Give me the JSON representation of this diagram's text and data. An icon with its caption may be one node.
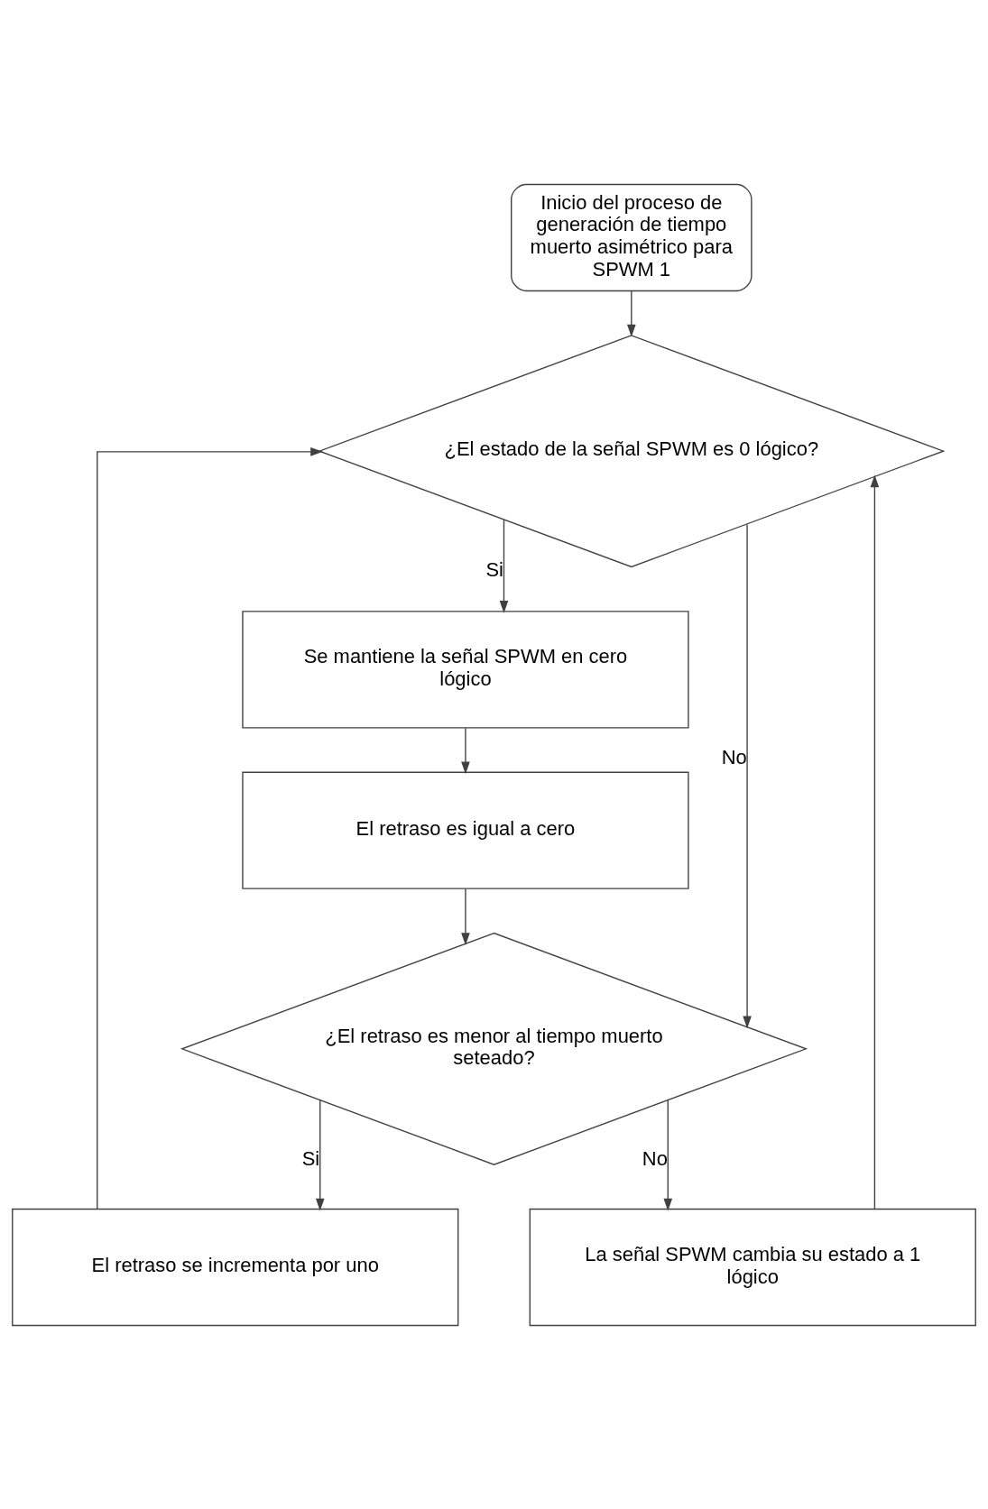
{
  "diagram": {
    "nodes": [
      {
        "text": [
          "Inicio del proceso de generación de tiempo muerto asimétrico para SPWM 1"
        ]
      },
      {
        "text": [
          "¿El estado de la señal SPWM es 0 lógico?"
        ]
      },
      {
        "text": [
          "Se mantiene la señal SPWM en cero lógico"
        ]
      },
      {
        "text": [
          "El retraso es igual a cero"
        ]
      },
      {
        "text": [
          "¿El retraso es menor al tiempo muerto seteado?"
        ]
      },
      {
        "text": [
          "El retraso se incrementa por uno"
        ]
      },
      {
        "text": [
          "La señal SPWM cambia su estado a 1 lógico"
        ]
      }
    ],
    "edges": [
      {
        "from": 0,
        "to": 1,
        "arrow": "to"
      },
      {
        "from": 1,
        "to": 2,
        "arrow": "to",
        "label": "Si"
      },
      {
        "from": 2,
        "to": 3,
        "arrow": "to"
      },
      {
        "from": 3,
        "to": 4,
        "arrow": "to"
      },
      {
        "from": 1,
        "to": 4,
        "arrow": "to",
        "label": "No"
      },
      {
        "from": 4,
        "to": 5,
        "arrow": "to",
        "label": "Si"
      },
      {
        "from": 4,
        "to": 6,
        "arrow": "to",
        "label": "No"
      },
      {
        "from": 5,
        "to": 1,
        "arrow": "to"
      },
      {
        "from": 6,
        "to": 1,
        "arrow": "to"
      }
    ]
  }
}
